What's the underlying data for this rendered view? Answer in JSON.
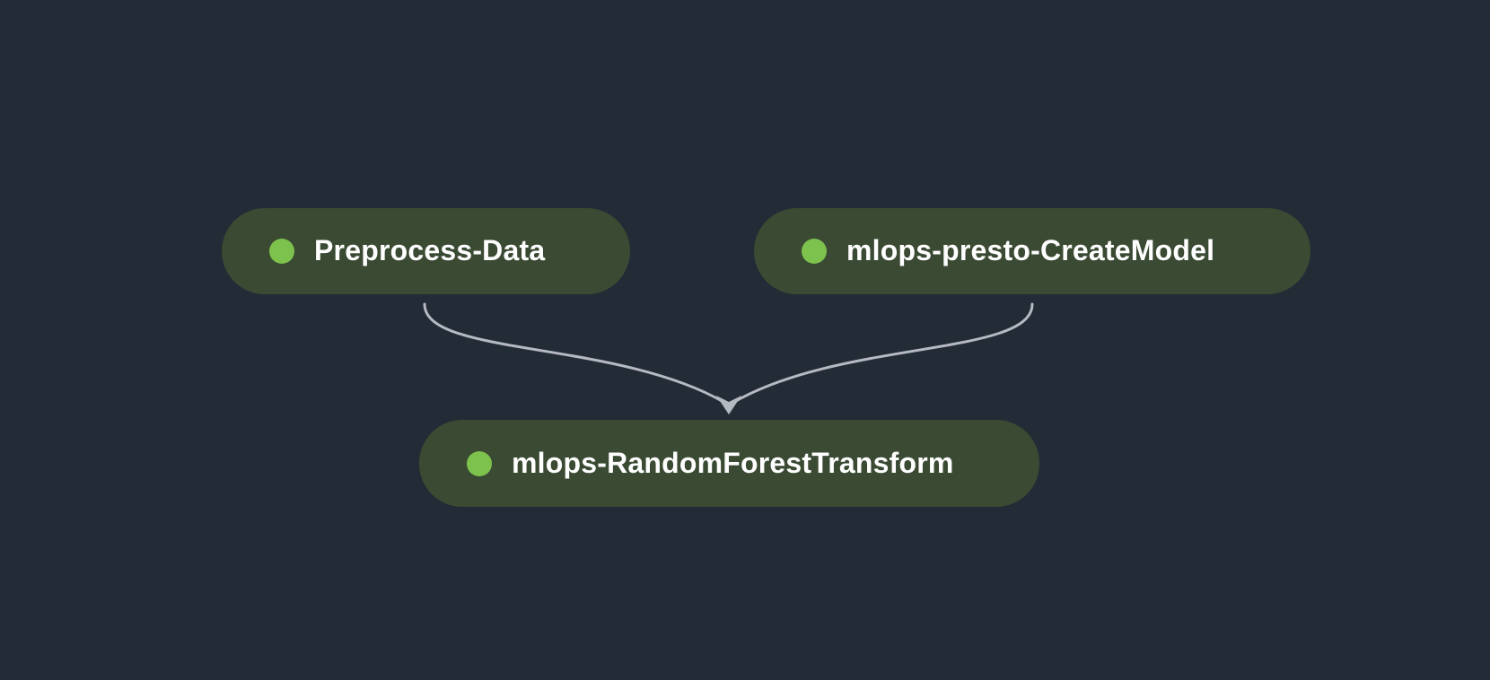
{
  "canvas": {
    "background_color": "#232b36"
  },
  "graph": {
    "type": "pipeline-dag",
    "node_fill_color": "#3a4a33",
    "node_text_color": "#ffffff",
    "status_color": "#7ec24e",
    "edge_color": "#b5b9c2",
    "nodes": [
      {
        "id": "preprocess-data",
        "label": "Preprocess-Data",
        "status": "succeeded",
        "status_icon": "green-dot"
      },
      {
        "id": "mlops-presto-createmodel",
        "label": "mlops-presto-CreateModel",
        "status": "succeeded",
        "status_icon": "green-dot"
      },
      {
        "id": "mlops-randomforesttransform",
        "label": "mlops-RandomForestTransform",
        "status": "succeeded",
        "status_icon": "green-dot"
      }
    ],
    "edges": [
      {
        "from": "Preprocess-Data",
        "to": "mlops-RandomForestTransform"
      },
      {
        "from": "mlops-presto-CreateModel",
        "to": "mlops-RandomForestTransform"
      }
    ]
  }
}
